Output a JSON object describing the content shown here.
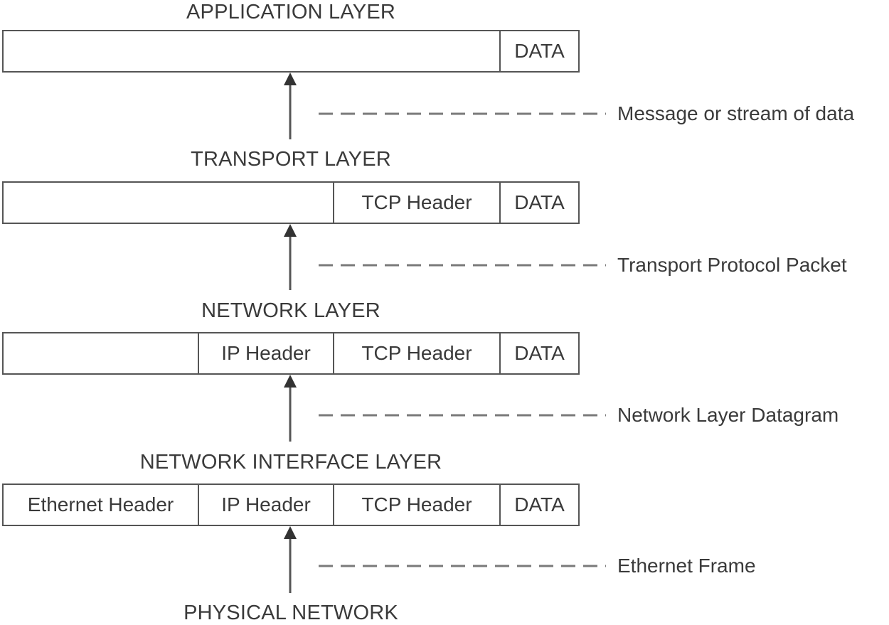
{
  "layers": [
    {
      "title": "APPLICATION LAYER",
      "cells": [
        "",
        "DATA"
      ]
    },
    {
      "title": "TRANSPORT LAYER",
      "cells": [
        "",
        "TCP Header",
        "DATA"
      ]
    },
    {
      "title": "NETWORK LAYER",
      "cells": [
        "",
        "IP Header",
        "TCP Header",
        "DATA"
      ]
    },
    {
      "title": "NETWORK INTERFACE LAYER",
      "cells": [
        "Ethernet Header",
        "IP Header",
        "TCP Header",
        "DATA"
      ]
    }
  ],
  "bottom_label": "PHYSICAL NETWORK",
  "annotations": [
    "Message or stream of data",
    "Transport Protocol Packet",
    "Network Layer Datagram",
    "Ethernet Frame"
  ],
  "colors": {
    "line": "#555555",
    "text": "#3a3a3a"
  }
}
